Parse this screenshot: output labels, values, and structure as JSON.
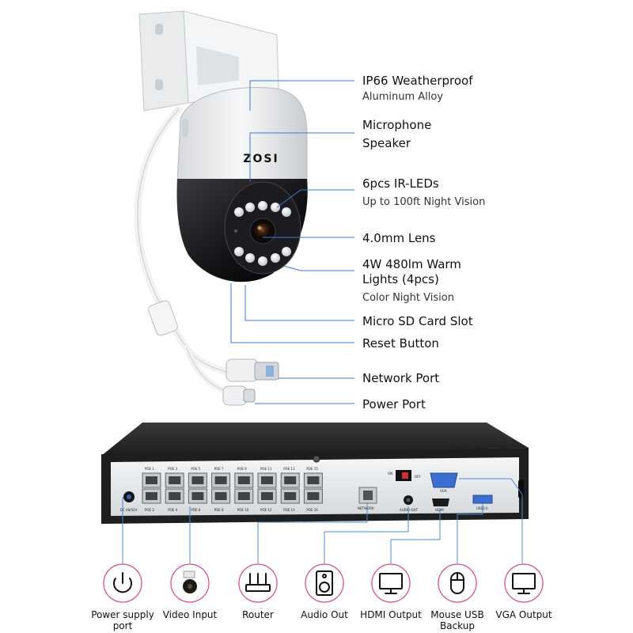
{
  "camera": {
    "brand": "ZOSI",
    "callouts": [
      {
        "title": "IP66 Weatherproof",
        "subtitle": "Aluminum Alloy"
      },
      {
        "title": "Microphone",
        "subtitle": "Speaker"
      },
      {
        "title": "6pcs IR-LEDs",
        "subtitle": "Up to 100ft Night Vision"
      },
      {
        "title": "4.0mm Lens",
        "subtitle": ""
      },
      {
        "title": "4W 480lm Warm",
        "subtitle": "Lights (4pcs)"
      },
      {
        "title": "",
        "subtitle": "Color Night Vision"
      },
      {
        "title": "Micro SD Card Slot",
        "subtitle": ""
      },
      {
        "title": "Reset Button",
        "subtitle": ""
      },
      {
        "title": "Network Port",
        "subtitle": ""
      },
      {
        "title": "Power Port",
        "subtitle": ""
      }
    ]
  },
  "nvr": {
    "panel_labels": {
      "poe_top": [
        "POE 1",
        "POE 3",
        "POE 5",
        "POE 7",
        "POE 9",
        "POE 11",
        "POE 13",
        "POE 15"
      ],
      "poe_bottom": [
        "POE 2",
        "POE 4",
        "POE 6",
        "POE 8",
        "POE 10",
        "POE 12",
        "POE 14",
        "POE 16"
      ],
      "dc": "DC 48/52V",
      "network": "NETWORK",
      "audio": "AUDIO OUT",
      "hdmi": "HDMI",
      "vga": "VGA",
      "usb": "USB2.0",
      "switch_on": "ON",
      "switch_off": "OFF"
    },
    "ports": [
      {
        "label": "Power supply",
        "label2": "port",
        "icon": "power-icon"
      },
      {
        "label": "Video Input",
        "label2": "",
        "icon": "camera-icon"
      },
      {
        "label": "Router",
        "label2": "",
        "icon": "router-icon"
      },
      {
        "label": "Audio Out",
        "label2": "",
        "icon": "speaker-icon"
      },
      {
        "label": "HDMI Output",
        "label2": "",
        "icon": "monitor-icon"
      },
      {
        "label": "Mouse USB",
        "label2": "Backup",
        "icon": "mouse-icon"
      },
      {
        "label": "VGA Output",
        "label2": "",
        "icon": "monitor-icon"
      }
    ]
  },
  "colors": {
    "leader": "#3a7bd5",
    "icon_ring": "#d8458b",
    "nvr_body": "#2a2a2a",
    "nvr_panel": "#eceff1"
  }
}
